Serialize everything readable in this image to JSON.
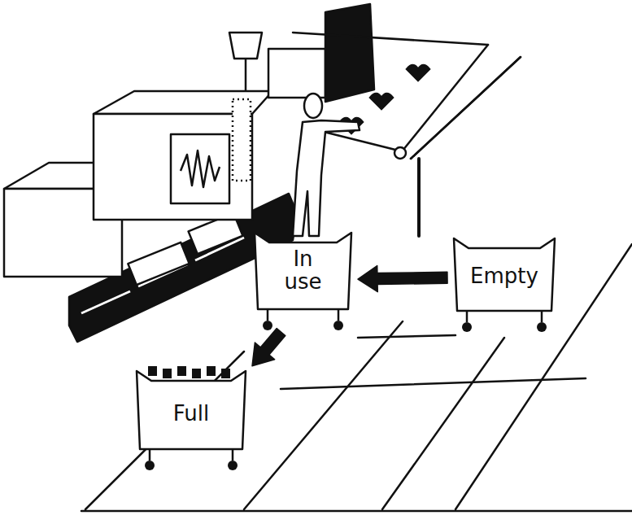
{
  "diagram": {
    "nodes": [
      {
        "text": [
          "In use"
        ]
      },
      {
        "text": [
          "Empty"
        ]
      },
      {
        "text": [
          "Full"
        ]
      }
    ],
    "edges": [
      {
        "from": 1,
        "to": 0,
        "arrow": "to"
      },
      {
        "from": 0,
        "to": 2,
        "arrow": "to"
      }
    ]
  }
}
